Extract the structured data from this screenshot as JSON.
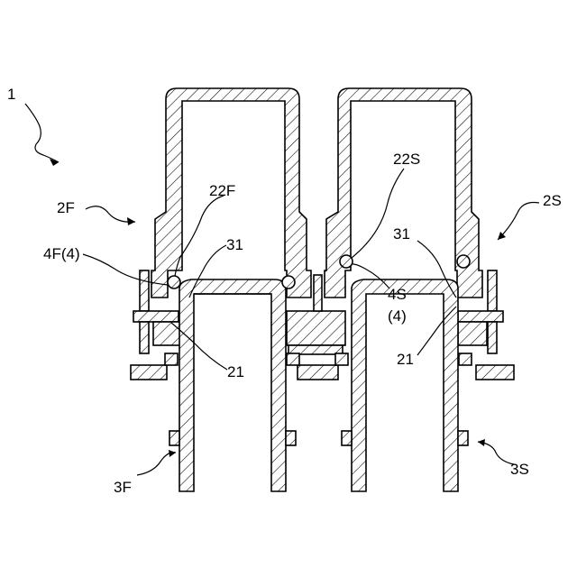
{
  "labels": {
    "device": "1",
    "first_connector": "2F",
    "second_connector": "2S",
    "first_seal_groove": "22F",
    "second_seal_groove": "22S",
    "first_seal": "4F(4)",
    "second_seal_top": "4S",
    "second_seal_bottom": "(4)",
    "tip_left": "31",
    "tip_right": "31",
    "bore_left": "21",
    "bore_right": "21",
    "first_pipe": "3F",
    "second_pipe": "3S"
  }
}
